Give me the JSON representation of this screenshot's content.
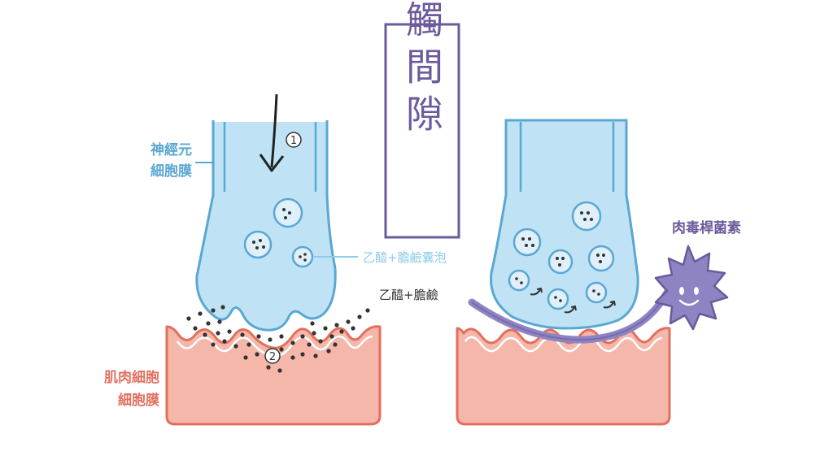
{
  "title": "突觸間隙",
  "labels": {
    "neuron_membrane_line1": "神經元",
    "neuron_membrane_line2": "細胞膜",
    "vesicle": "乙醯+膽鹼囊泡",
    "acetylcholine": "乙醯+膽鹼",
    "muscle_membrane_line1": "肌肉細胞",
    "muscle_membrane_line2": "細胞膜",
    "botulinum_toxin": "肉毒桿菌素"
  },
  "markers": {
    "step1": "1",
    "step2": "2"
  },
  "colors": {
    "neuron_fill": "#bfe3f5",
    "neuron_stroke": "#5aa7d3",
    "muscle_fill": "#f6b7ab",
    "muscle_stroke": "#e36f5e",
    "toxin": "#8e84c3",
    "title": "#6b5a9c"
  }
}
